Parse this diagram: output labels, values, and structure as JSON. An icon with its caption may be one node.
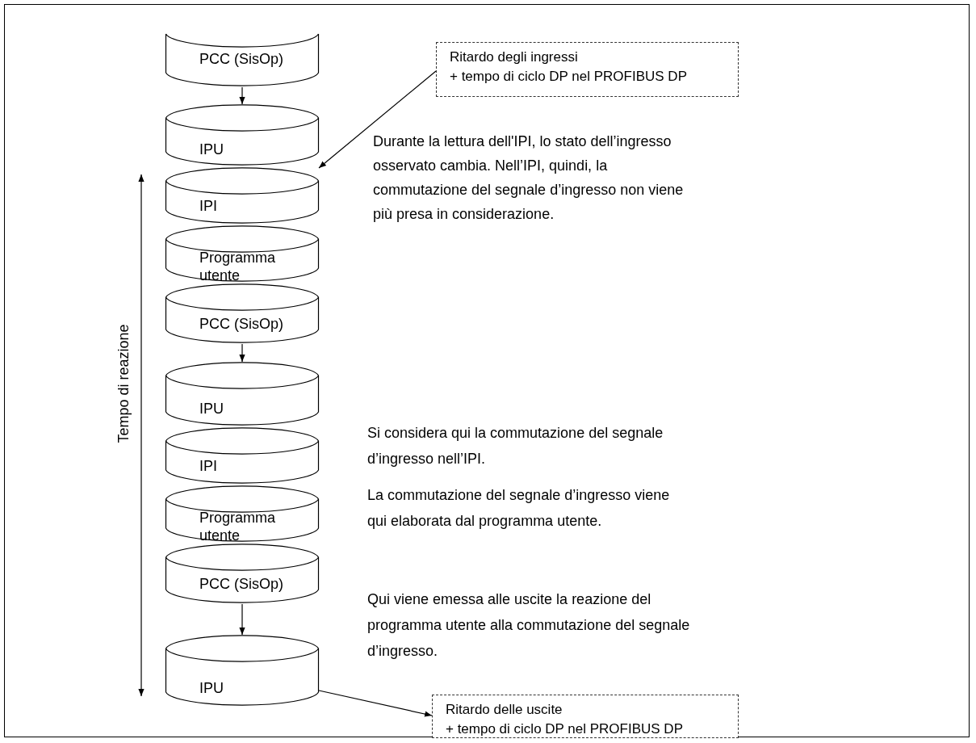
{
  "diagram": {
    "nodes": [
      {
        "text": [
          "PCC (SisOp)"
        ]
      },
      {
        "text": [
          "IPU"
        ]
      },
      {
        "text": [
          "IPI"
        ]
      },
      {
        "text": [
          "Programma utente"
        ]
      },
      {
        "text": [
          "PCC (SisOp)"
        ]
      },
      {
        "text": [
          "IPU"
        ]
      },
      {
        "text": [
          "IPI"
        ]
      },
      {
        "text": [
          "Programma utente"
        ]
      },
      {
        "text": [
          "PCC (SisOp)"
        ]
      },
      {
        "text": [
          "IPU"
        ]
      },
      {
        "text": [
          "Ritardo degli ingressi",
          "+ tempo di ciclo DP nel PROFIBUS DP"
        ]
      },
      {
        "text": [
          "Ritardo delle uscite",
          "+ tempo di ciclo DP nel PROFIBUS DP"
        ]
      }
    ],
    "edges": [
      {
        "from": 0,
        "to": 1,
        "arrow": "to"
      },
      {
        "from": 10,
        "to": 2,
        "arrow": "to"
      },
      {
        "from": 4,
        "to": 5,
        "arrow": "to"
      },
      {
        "from": 8,
        "to": 9,
        "arrow": "to"
      },
      {
        "from": 9,
        "to": 11,
        "arrow": "to"
      }
    ],
    "labels": [
      "Tempo di reazione",
      "Durante la lettura dell'IPI, lo stato dell’ingresso osservato cambia. Nell’IPI, quindi, la commutazione del segnale d’ingresso non viene più presa in considerazione.",
      "Si considera qui la commutazione del segnale d’ingresso nell’IPI.",
      "La commutazione del segnale d’ingresso viene qui elaborata dal programma utente.",
      "Qui viene emessa alle uscite la reazione del programma utente alla commutazione del segnale d’ingresso."
    ]
  }
}
